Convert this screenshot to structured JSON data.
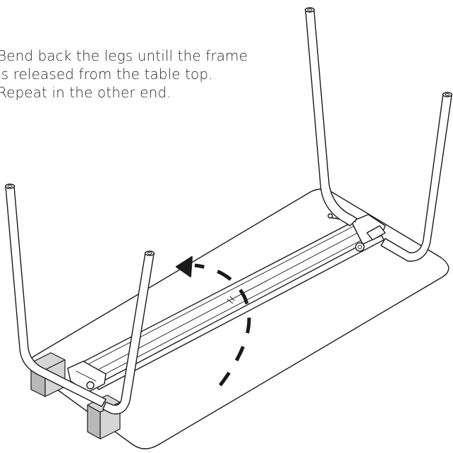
{
  "instruction": {
    "line1": "Bend back the legs untill the frame",
    "line2": "is released from the table top.",
    "line3": "Repeat in the other end."
  },
  "colors": {
    "stroke": "#1a1a1a",
    "block_fill": "#d6d6d6",
    "block_dark": "#b5b5b5",
    "background": "#ffffff"
  },
  "icons": {
    "arrow": "curved-dashed-arrow-icon"
  }
}
